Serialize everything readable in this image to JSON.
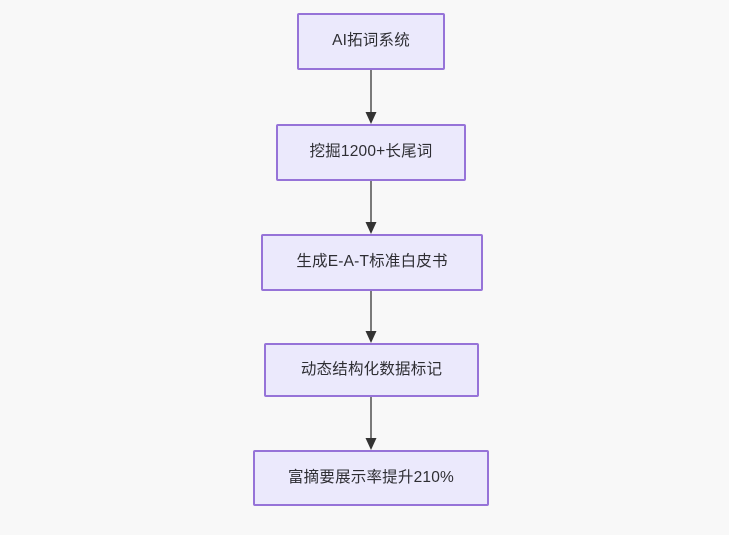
{
  "diagram": {
    "type": "flowchart",
    "orientation": "top-to-bottom",
    "background_color": "#f8f8f8",
    "node_fill_color": "#ebe9fc",
    "node_border_color": "#9673d8",
    "node_text_color": "#2e2e33",
    "connector_color": "#7a7a7a",
    "arrowhead_color": "#333333",
    "nodes": [
      {
        "id": "node-1",
        "label": "AI拓词系统"
      },
      {
        "id": "node-2",
        "label": "挖掘1200+长尾词"
      },
      {
        "id": "node-3",
        "label": "生成E-A-T标准白皮书"
      },
      {
        "id": "node-4",
        "label": "动态结构化数据标记"
      },
      {
        "id": "node-5",
        "label": "富摘要展示率提升210%"
      }
    ],
    "edges": [
      {
        "id": "connector-1",
        "from": "node-1",
        "to": "node-2",
        "arrow": "down"
      },
      {
        "id": "connector-2",
        "from": "node-2",
        "to": "node-3",
        "arrow": "down"
      },
      {
        "id": "connector-3",
        "from": "node-3",
        "to": "node-4",
        "arrow": "down"
      },
      {
        "id": "connector-4",
        "from": "node-4",
        "to": "node-5",
        "arrow": "down"
      }
    ]
  }
}
